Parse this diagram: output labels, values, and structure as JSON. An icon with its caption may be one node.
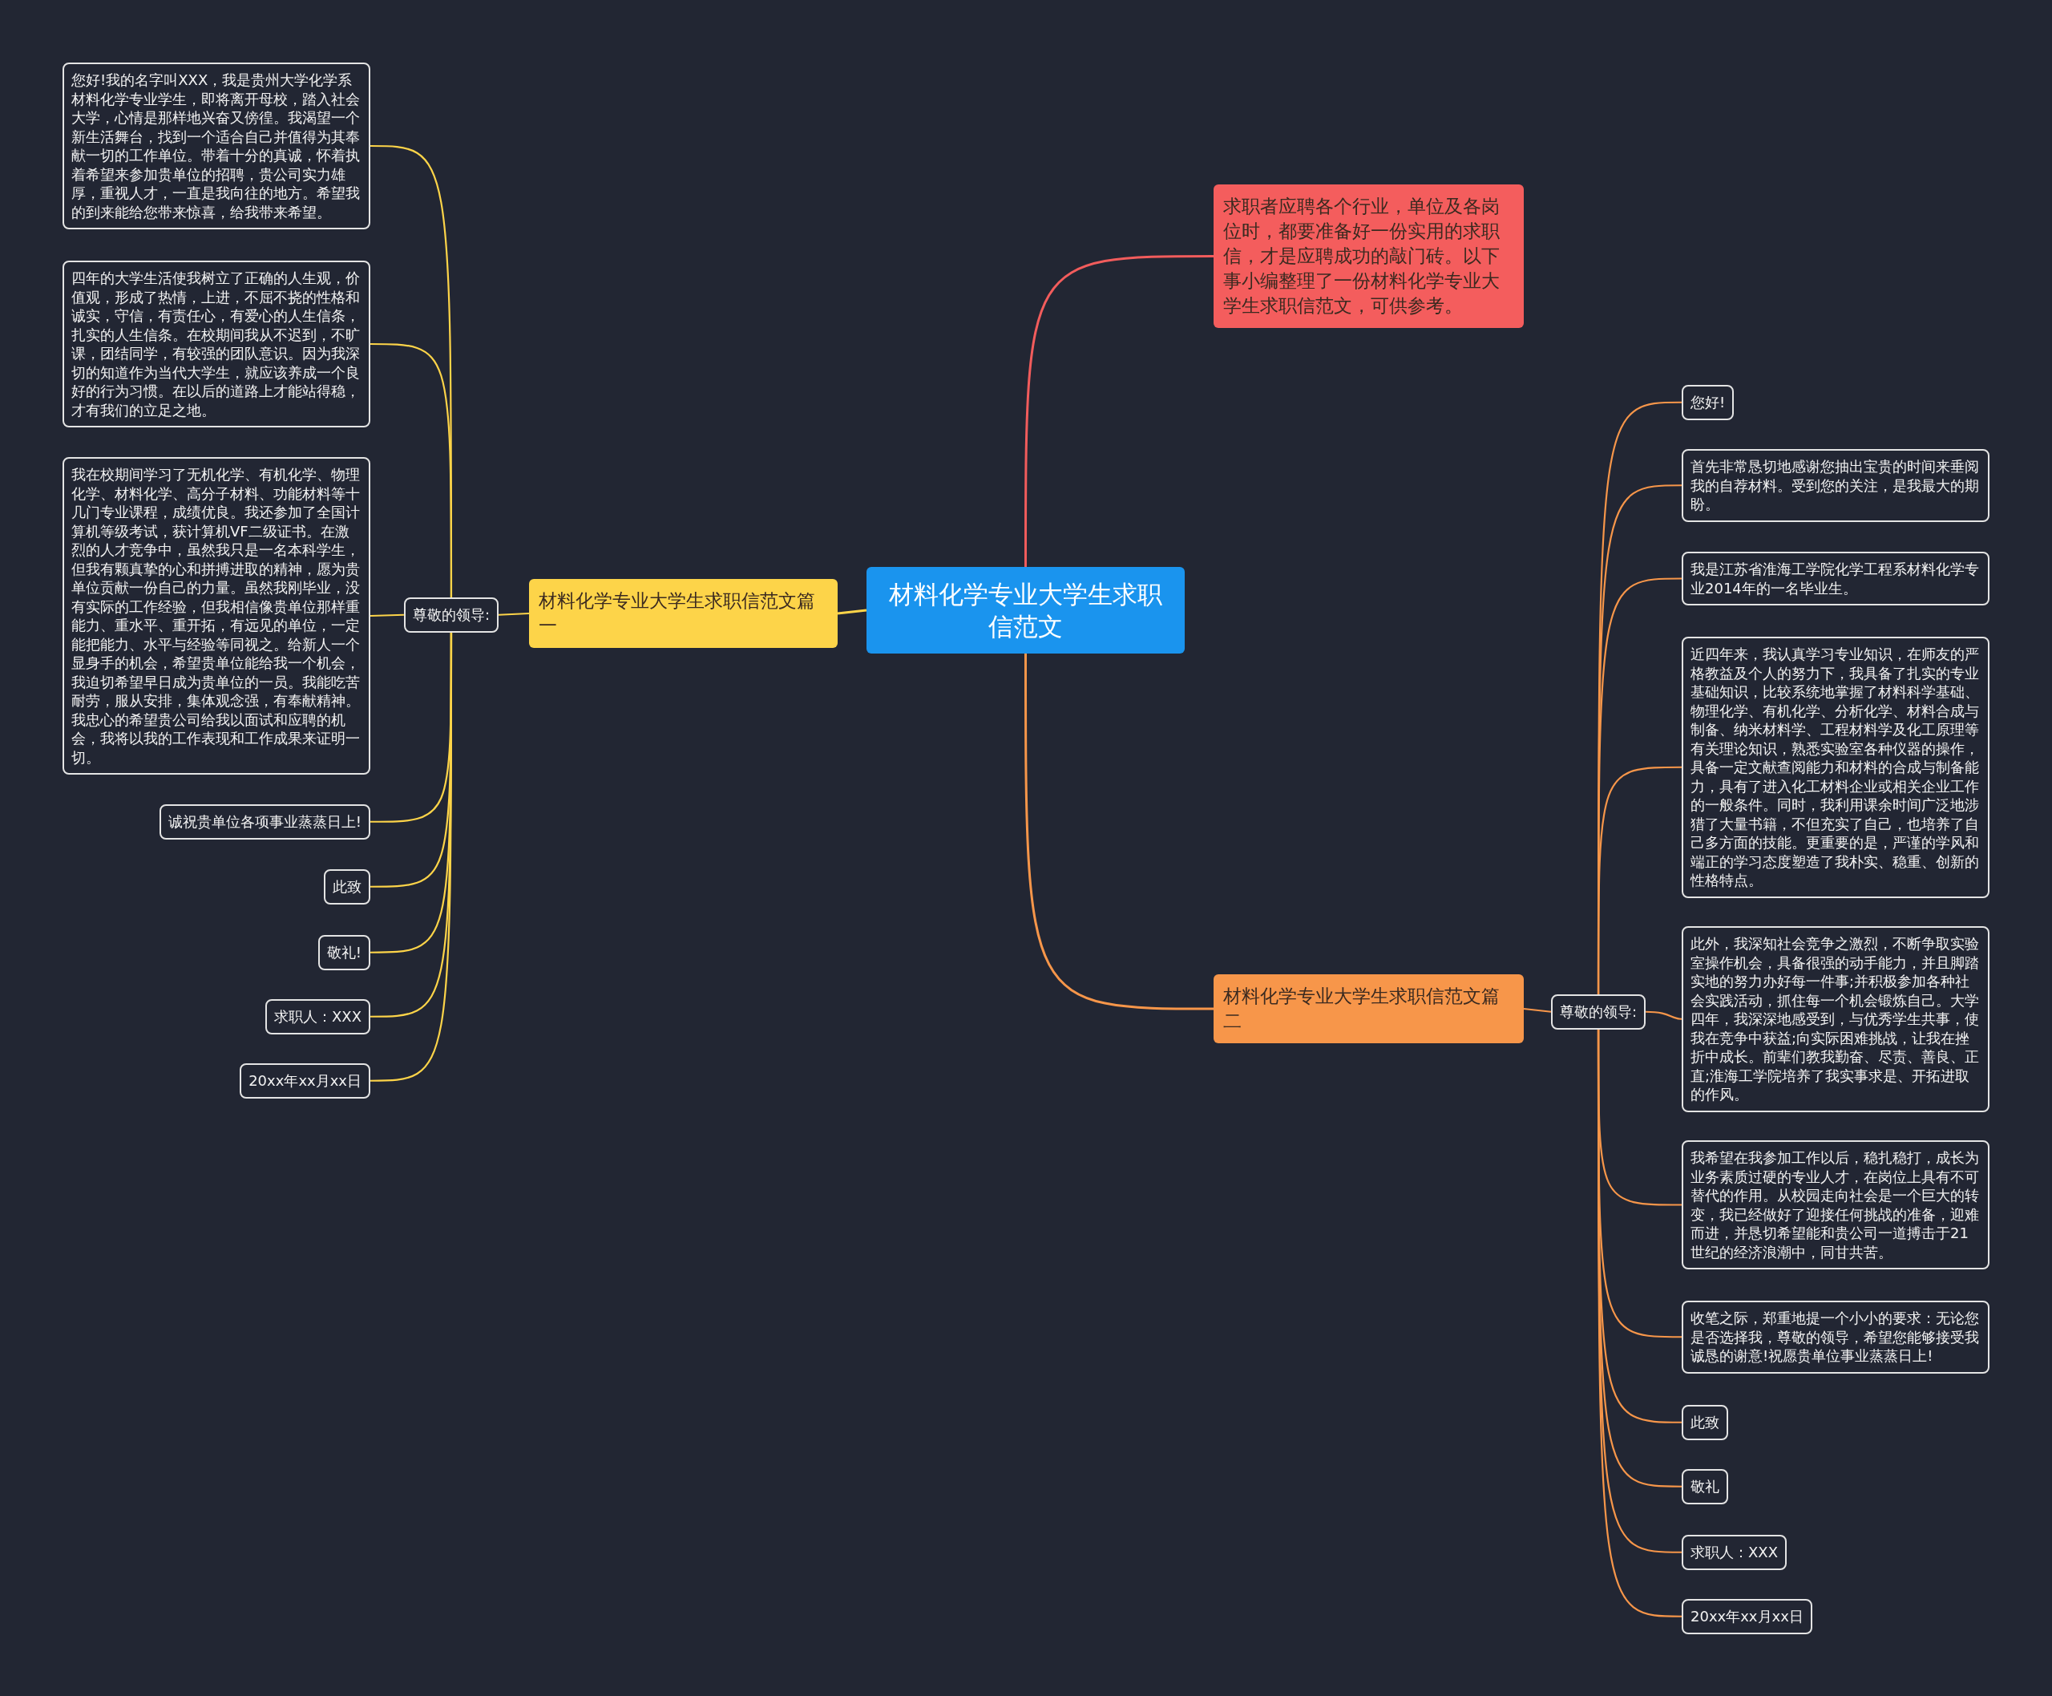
{
  "diagram": {
    "nodes": [
      {
        "text": [
          "材料化学专业大学生求职信范文"
        ]
      },
      {
        "text": [
          "求职者应聘各个行业，单位及各岗位时，都要准备好一份实用的求职信，才是应聘成功的敲门砖。以下事小编整理了一份材料化学专业大学生求职信范文，可供参考。"
        ]
      },
      {
        "text": [
          "材料化学专业大学生求职信范文篇一"
        ]
      },
      {
        "text": [
          "尊敬的领导:"
        ]
      },
      {
        "text": [
          "您好!我的名字叫XXX，我是贵州大学化学系材料化学专业学生，即将离开母校，踏入社会大学，心情是那样地兴奋又傍徨。我渴望一个新生活舞台，找到一个适合自己并值得为其奉献一切的工作单位。带着十分的真诚，怀着执着希望来参加贵单位的招聘，贵公司实力雄厚，重视人才，一直是我向往的地方。希望我的到来能给您带来惊喜，给我带来希望。"
        ]
      },
      {
        "text": [
          "四年的大学生活使我树立了正确的人生观，价值观，形成了热情，上进，不屈不挠的性格和诚实，守信，有责任心，有爱心的人生信条，扎实的人生信条。在校期间我从不迟到，不旷课，团结同学，有较强的团队意识。因为我深切的知道作为当代大学生，就应该养成一个良好的行为习惯。在以后的道路上才能站得稳，才有我们的立足之地。"
        ]
      },
      {
        "text": [
          "我在校期间学习了无机化学、有机化学、物理化学、材料化学、高分子材料、功能材料等十几门专业课程，成绩优良。我还参加了全国计算机等级考试，获计算机VF二级证书。在激烈的人才竞争中，虽然我只是一名本科学生，但我有颗真挚的心和拼搏进取的精神，愿为贵单位贡献一份自己的力量。虽然我刚毕业，没有实际的工作经验，但我相信像贵单位那样重能力、重水平、重开拓，有远见的单位，一定能把能力、水平与经验等同视之。给新人一个显身手的机会，希望贵单位能给我一个机会，我迫切希望早日成为贵单位的一员。我能吃苦耐劳，服从安排，集体观念强，有奉献精神。我忠心的希望贵公司给我以面试和应聘的机会，我将以我的工作表现和工作成果来证明一切。"
        ]
      },
      {
        "text": [
          "诚祝贵单位各项事业蒸蒸日上!"
        ]
      },
      {
        "text": [
          "此致"
        ]
      },
      {
        "text": [
          "敬礼!"
        ]
      },
      {
        "text": [
          "求职人：XXX"
        ]
      },
      {
        "text": [
          "20xx年xx月xx日"
        ]
      },
      {
        "text": [
          "材料化学专业大学生求职信范文篇二"
        ]
      },
      {
        "text": [
          "尊敬的领导:"
        ]
      },
      {
        "text": [
          "您好!"
        ]
      },
      {
        "text": [
          "首先非常恳切地感谢您抽出宝贵的时间来垂阅我的自荐材料。受到您的关注，是我最大的期盼。"
        ]
      },
      {
        "text": [
          "我是江苏省淮海工学院化学工程系材料化学专业2014年的一名毕业生。"
        ]
      },
      {
        "text": [
          "近四年来，我认真学习专业知识，在师友的严格教益及个人的努力下，我具备了扎实的专业基础知识，比较系统地掌握了材料科学基础、物理化学、有机化学、分析化学、材料合成与制备、纳米材料学、工程材料学及化工原理等有关理论知识，熟悉实验室各种仪器的操作，具备一定文献查阅能力和材料的合成与制备能力，具有了进入化工材料企业或相关企业工作的一般条件。同时，我利用课余时间广泛地涉猎了大量书籍，不但充实了自己，也培养了自己多方面的技能。更重要的是，严谨的学风和端正的学习态度塑造了我朴实、稳重、创新的性格特点。"
        ]
      },
      {
        "text": [
          "此外，我深知社会竞争之激烈，不断争取实验室操作机会，具备很强的动手能力，并且脚踏实地的努力办好每一件事;并积极参加各种社会实践活动，抓住每一个机会锻炼自己。大学四年，我深深地感受到，与优秀学生共事，使我在竞争中获益;向实际困难挑战，让我在挫折中成长。前辈们教我勤奋、尽责、善良、正直;淮海工学院培养了我实事求是、开拓进取的作风。"
        ]
      },
      {
        "text": [
          "我希望在我参加工作以后，稳扎稳打，成长为业务素质过硬的专业人才，在岗位上具有不可替代的作用。从校园走向社会是一个巨大的转变，我已经做好了迎接任何挑战的准备，迎难而进，并恳切希望能和贵公司一道搏击于21世纪的经济浪潮中，同甘共苦。"
        ]
      },
      {
        "text": [
          "收笔之际，郑重地提一个小小的要求：无论您是否选择我，尊敬的领导，希望您能够接受我诚恳的谢意!祝愿贵单位事业蒸蒸日上!"
        ]
      },
      {
        "text": [
          "此致"
        ]
      },
      {
        "text": [
          "敬礼"
        ]
      },
      {
        "text": [
          "求职人：XXX"
        ]
      },
      {
        "text": [
          "20xx年xx月xx日"
        ]
      }
    ],
    "edges": [
      {
        "from": 0,
        "to": 1,
        "arrow": "none",
        "color": "#f25c5c"
      },
      {
        "from": 0,
        "to": 2,
        "arrow": "none",
        "color": "#fdd449"
      },
      {
        "from": 2,
        "to": 3,
        "arrow": "none",
        "color": "#fdd449"
      },
      {
        "from": 3,
        "to": 4,
        "arrow": "none",
        "color": "#fdd449"
      },
      {
        "from": 3,
        "to": 5,
        "arrow": "none",
        "color": "#fdd449"
      },
      {
        "from": 3,
        "to": 6,
        "arrow": "none",
        "color": "#fdd449"
      },
      {
        "from": 3,
        "to": 7,
        "arrow": "none",
        "color": "#fdd449"
      },
      {
        "from": 3,
        "to": 8,
        "arrow": "none",
        "color": "#fdd449"
      },
      {
        "from": 3,
        "to": 9,
        "arrow": "none",
        "color": "#fdd449"
      },
      {
        "from": 3,
        "to": 10,
        "arrow": "none",
        "color": "#fdd449"
      },
      {
        "from": 3,
        "to": 11,
        "arrow": "none",
        "color": "#fdd449"
      },
      {
        "from": 0,
        "to": 12,
        "arrow": "none"
      },
      {
        "from": 12,
        "to": 13,
        "arrow": "none"
      },
      {
        "from": 13,
        "to": 14,
        "arrow": "none"
      },
      {
        "from": 13,
        "to": 15,
        "arrow": "none"
      },
      {
        "from": 13,
        "to": 16,
        "arrow": "none"
      },
      {
        "from": 13,
        "to": 17,
        "arrow": "none"
      },
      {
        "from": 13,
        "to": 18,
        "arrow": "none"
      },
      {
        "from": 13,
        "to": 19,
        "arrow": "none"
      },
      {
        "from": 13,
        "to": 20,
        "arrow": "none"
      },
      {
        "from": 13,
        "to": 21,
        "arrow": "none"
      },
      {
        "from": 13,
        "to": 22,
        "arrow": "none"
      },
      {
        "from": 13,
        "to": 23,
        "arrow": "none"
      },
      {
        "from": 13,
        "to": 24,
        "arrow": "none"
      }
    ]
  }
}
